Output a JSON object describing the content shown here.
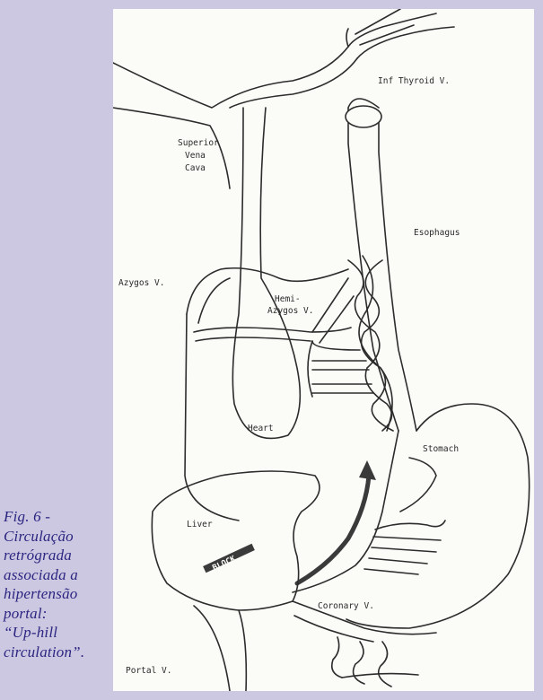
{
  "caption": {
    "lines": [
      "Fig. 6 -",
      "Circulação",
      "retrógrada",
      "associada a",
      "hipertensão",
      "portal:",
      "“Up-hill",
      "circulation”."
    ]
  },
  "labels": {
    "inf_thyroid": "Inf Thyroid V.",
    "superior_vena_cava": [
      "Superior",
      "Vena",
      "Cava"
    ],
    "esophagus": "Esophagus",
    "azygos": "Azygos V.",
    "hemi_azygos": [
      "Hemi-",
      "Azygos V."
    ],
    "heart": "Heart",
    "stomach": "Stomach",
    "liver": "Liver",
    "block": "BLOCK",
    "coronary": "Coronary V.",
    "portal": "Portal V."
  },
  "colors": {
    "page_background": "#ccc8e2",
    "panel_background": "#fbfbf8",
    "caption_text": "#2b2580",
    "line": "#2c2c2c"
  }
}
